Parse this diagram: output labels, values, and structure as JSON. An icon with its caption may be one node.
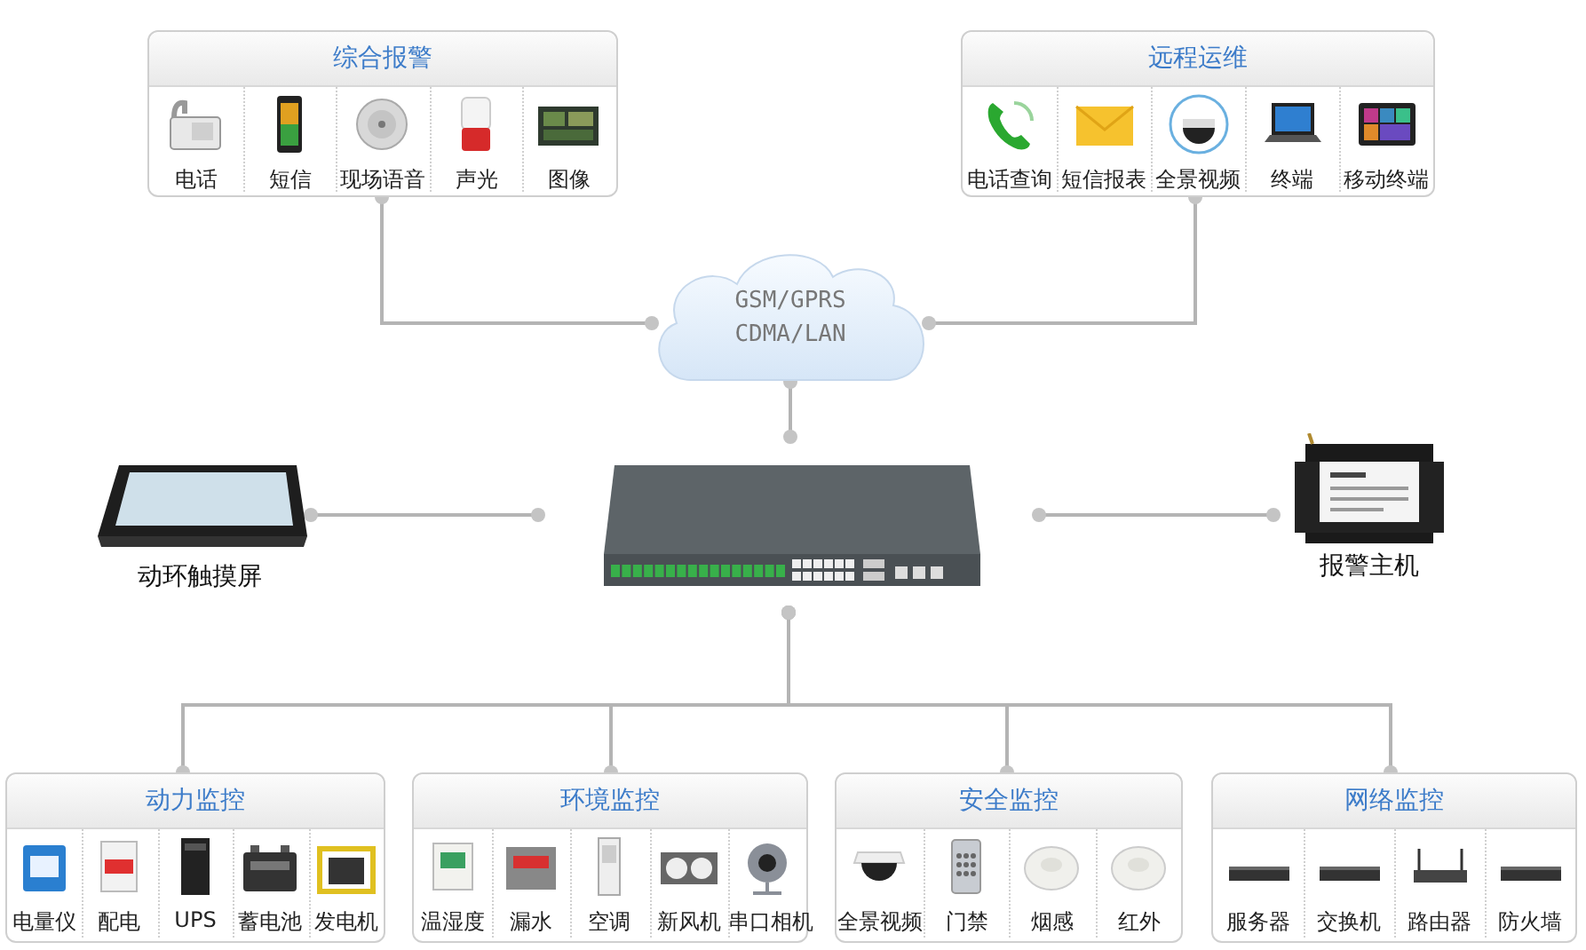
{
  "diagram": {
    "nodes": [
      {
        "text": [
          "综合报警"
        ]
      },
      {
        "text": [
          "电话"
        ],
        "in": 0
      },
      {
        "text": [
          "短信"
        ],
        "in": 0
      },
      {
        "text": [
          "现场语音"
        ],
        "in": 0
      },
      {
        "text": [
          "声光"
        ],
        "in": 0
      },
      {
        "text": [
          "图像"
        ],
        "in": 0
      },
      {
        "text": [
          "远程运维"
        ]
      },
      {
        "text": [
          "电话查询"
        ],
        "in": 6
      },
      {
        "text": [
          "短信报表"
        ],
        "in": 6
      },
      {
        "text": [
          "全景视频"
        ],
        "in": 6
      },
      {
        "text": [
          "终端"
        ],
        "in": 6
      },
      {
        "text": [
          "移动终端"
        ],
        "in": 6
      },
      {
        "text": [
          "GSM/GPRS CDMA/LAN"
        ]
      },
      {
        "text": [],
        "shape": "picture"
      },
      {
        "text": [
          "动环触摸屏"
        ]
      },
      {
        "text": [
          "报警主机"
        ]
      },
      {
        "text": [
          "动力监控"
        ]
      },
      {
        "text": [
          "电量仪"
        ],
        "in": 16
      },
      {
        "text": [
          "配电"
        ],
        "in": 16
      },
      {
        "text": [
          "UPS"
        ],
        "in": 16
      },
      {
        "text": [
          "蓄电池"
        ],
        "in": 16
      },
      {
        "text": [
          "发电机"
        ],
        "in": 16
      },
      {
        "text": [
          "环境监控"
        ]
      },
      {
        "text": [
          "温湿度"
        ],
        "in": 22
      },
      {
        "text": [
          "漏水"
        ],
        "in": 22
      },
      {
        "text": [
          "空调"
        ],
        "in": 22
      },
      {
        "text": [
          "新风机"
        ],
        "in": 22
      },
      {
        "text": [
          "串口相机"
        ],
        "in": 22
      },
      {
        "text": [
          "安全监控"
        ]
      },
      {
        "text": [
          "全景视频"
        ],
        "in": 28
      },
      {
        "text": [
          "门禁"
        ],
        "in": 28
      },
      {
        "text": [
          "烟感"
        ],
        "in": 28
      },
      {
        "text": [
          "红外"
        ],
        "in": 28
      },
      {
        "text": [
          "网络监控"
        ]
      },
      {
        "text": [
          "服务器"
        ],
        "in": 33
      },
      {
        "text": [
          "交换机"
        ],
        "in": 33
      },
      {
        "text": [
          "路由器"
        ],
        "in": 33
      },
      {
        "text": [
          "防火墙"
        ],
        "in": 33
      }
    ],
    "edges": [
      {
        "from": 0,
        "to": 12,
        "arrow": "other"
      },
      {
        "from": 6,
        "to": 12,
        "arrow": "other"
      },
      {
        "from": 12,
        "to": 13,
        "arrow": "other"
      },
      {
        "from": 14,
        "to": 13,
        "arrow": "other"
      },
      {
        "from": 13,
        "to": 15,
        "arrow": "other"
      },
      {
        "from": 13,
        "to": 16,
        "arrow": "other"
      },
      {
        "from": 13,
        "to": 22,
        "arrow": "other"
      },
      {
        "from": 13,
        "to": 28,
        "arrow": "other"
      },
      {
        "from": 13,
        "to": 33,
        "arrow": "other"
      }
    ]
  }
}
